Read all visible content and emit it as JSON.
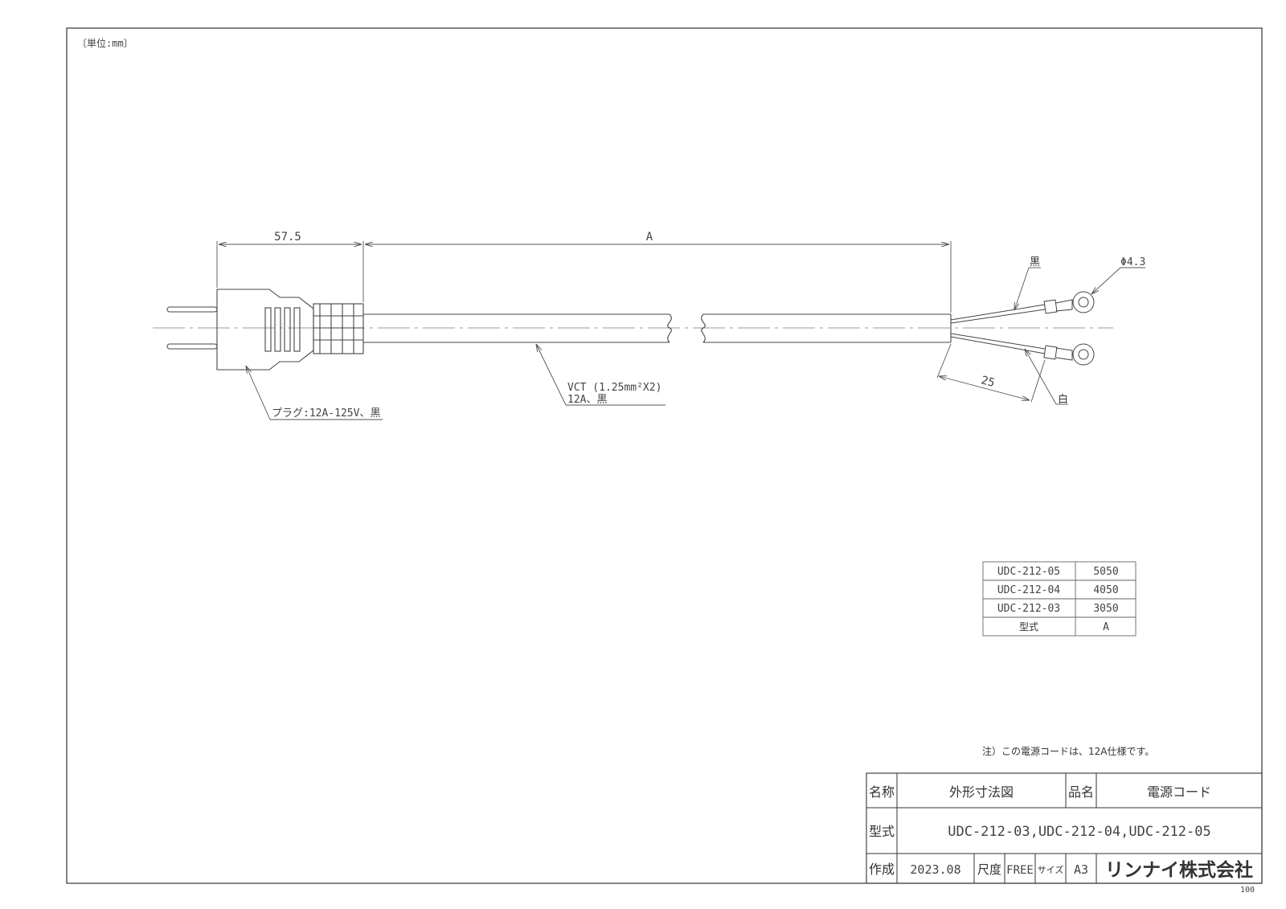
{
  "drawing": {
    "unit_note": "〔単位:mm〕",
    "sheet_number": "100",
    "note": "注）この電源コードは、12A仕様です。"
  },
  "dimensions": {
    "plug_length": "57.5",
    "cord_length": "A",
    "strip_length": "25",
    "ring_diameter": "Φ4.3"
  },
  "labels": {
    "plug": "プラグ:12A-125V、黒",
    "cord_line1": "VCT (1.25mm²X2)",
    "cord_line2": "12A、黒",
    "wire_black": "黒",
    "wire_white": "白"
  },
  "spec_table": {
    "rows": [
      {
        "model": "UDC-212-05",
        "a": "5050"
      },
      {
        "model": "UDC-212-04",
        "a": "4050"
      },
      {
        "model": "UDC-212-03",
        "a": "3050"
      }
    ],
    "header": {
      "model": "型式",
      "a": "A"
    }
  },
  "title_block": {
    "name_label": "名称",
    "name_value": "外形寸法図",
    "product_label": "品名",
    "product_value": "電源コード",
    "model_label": "型式",
    "model_value": "UDC-212-03,UDC-212-04,UDC-212-05",
    "created_label": "作成",
    "created_value": "2023.08",
    "scale_label": "尺度",
    "scale_value": "FREE",
    "size_label": "サイズ",
    "size_value": "A3",
    "company": "リンナイ株式会社"
  }
}
